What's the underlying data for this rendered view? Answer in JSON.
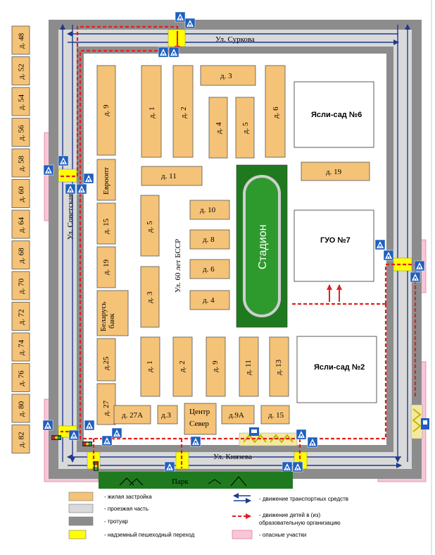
{
  "streets": {
    "surkova": "Ул. Суркова",
    "sovetskaya": "Ул. Советская",
    "knyazeva": "Ул. Князева",
    "let60": "Ул. 60 лет БССР"
  },
  "institutions": {
    "yasli6": "Ясли-сад №6",
    "guo7": "ГУО №7",
    "yasli2": "Ясли-сад №2",
    "stadion": "Стадион",
    "park": "Парк"
  },
  "left_column": [
    "д. 48",
    "д. 52",
    "д. 54",
    "д. 56",
    "д. 58",
    "д. 60",
    "д. 64",
    "д. 68",
    "д. 70",
    "д. 72",
    "д. 74",
    "д. 76",
    "д. 80",
    "д. 82"
  ],
  "buildings": {
    "d9": "д. 9",
    "evroopt": "Евроопт",
    "d15": "д. 15",
    "d19": "д. 19",
    "belarusbank_1": "Беларусь",
    "belarusbank_2": "банк",
    "d25": "д.25",
    "d27": "д. 27",
    "top_d1": "д. 1",
    "top_d2": "д. 2",
    "top_d3": "д. 3",
    "top_d4": "д. 4",
    "top_d5": "д. 5",
    "top_d6": "д. 6",
    "d11": "д. 11",
    "mid_d5": "д. 5",
    "mid_d3": "д. 3",
    "d10": "д. 10",
    "d8": "д. 8",
    "d6": "д. 6",
    "d4": "д. 4",
    "right_d19": "д. 19",
    "bot_d1": "д. 1",
    "bot_d2": "д. 2",
    "bot_d9": "д. 9",
    "bot_d11": "д. 11",
    "bot_d13": "д. 13",
    "d27a": "д. 27А",
    "bot_d3": "д.3",
    "centr_1": "Центр",
    "centr_2": "Север",
    "d9a": "д.9А",
    "bot_d15": "д. 15"
  },
  "legend": {
    "housing": "- жилая застройка",
    "roadway": "- проезжая часть",
    "sidewalk": "- тротуар",
    "crossing": "- надземный пешеходный переход",
    "traffic": "- движение транспортных средств",
    "children_1": "- движение детей в (из)",
    "children_2": "образовательную организацию",
    "danger": "- опасные участки"
  },
  "colors": {
    "housing": "#f5c377",
    "roadway": "#d9d9d9",
    "sidewalk": "#8c8c8c",
    "crossing": "#ffff00",
    "danger": "#f7c6dc",
    "stadium": "#1f7a1f",
    "park": "#1f7a1f",
    "traffic_arrow": "#1f3a8c",
    "children_route": "#e02020"
  }
}
